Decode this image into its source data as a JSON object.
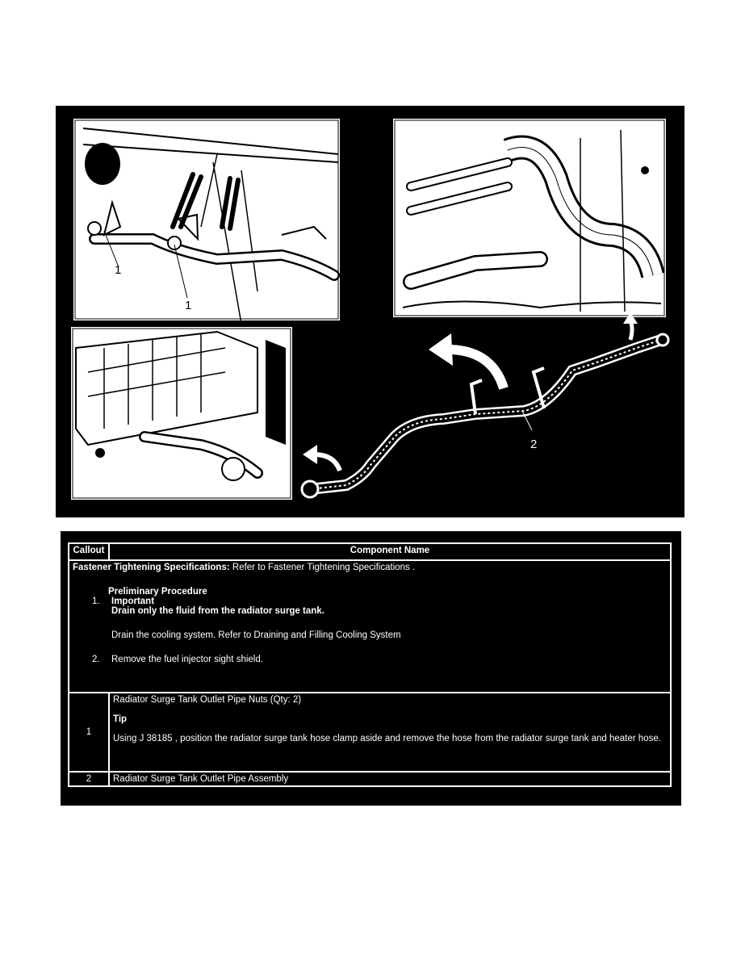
{
  "figure": {
    "callout_1a": "1",
    "callout_1b": "1",
    "callout_2": "2"
  },
  "table": {
    "headers": {
      "callout": "Callout",
      "component": "Component Name"
    },
    "fastener": {
      "label": "Fastener Tightening Specifications:",
      "text": "Refer to Fastener Tightening Specifications ."
    },
    "preliminary": {
      "title": "Preliminary Procedure",
      "step1_num": "1.",
      "step1_important": "Important",
      "step1_warning": "Drain only the fluid from the radiator surge tank.",
      "step1_text": "Drain the cooling system. Refer to Draining and Filling Cooling System",
      "step2_num": "2.",
      "step2_text": "Remove the fuel injector sight shield."
    },
    "rows": [
      {
        "callout": "1",
        "name": "Radiator Surge Tank Outlet Pipe Nuts (Qty: 2)",
        "tip_label": "Tip",
        "tip_text": "Using J 38185 , position the radiator surge tank hose clamp aside and remove the hose from the radiator surge tank and heater hose."
      },
      {
        "callout": "2",
        "name": "Radiator Surge Tank Outlet Pipe Assembly"
      }
    ]
  }
}
